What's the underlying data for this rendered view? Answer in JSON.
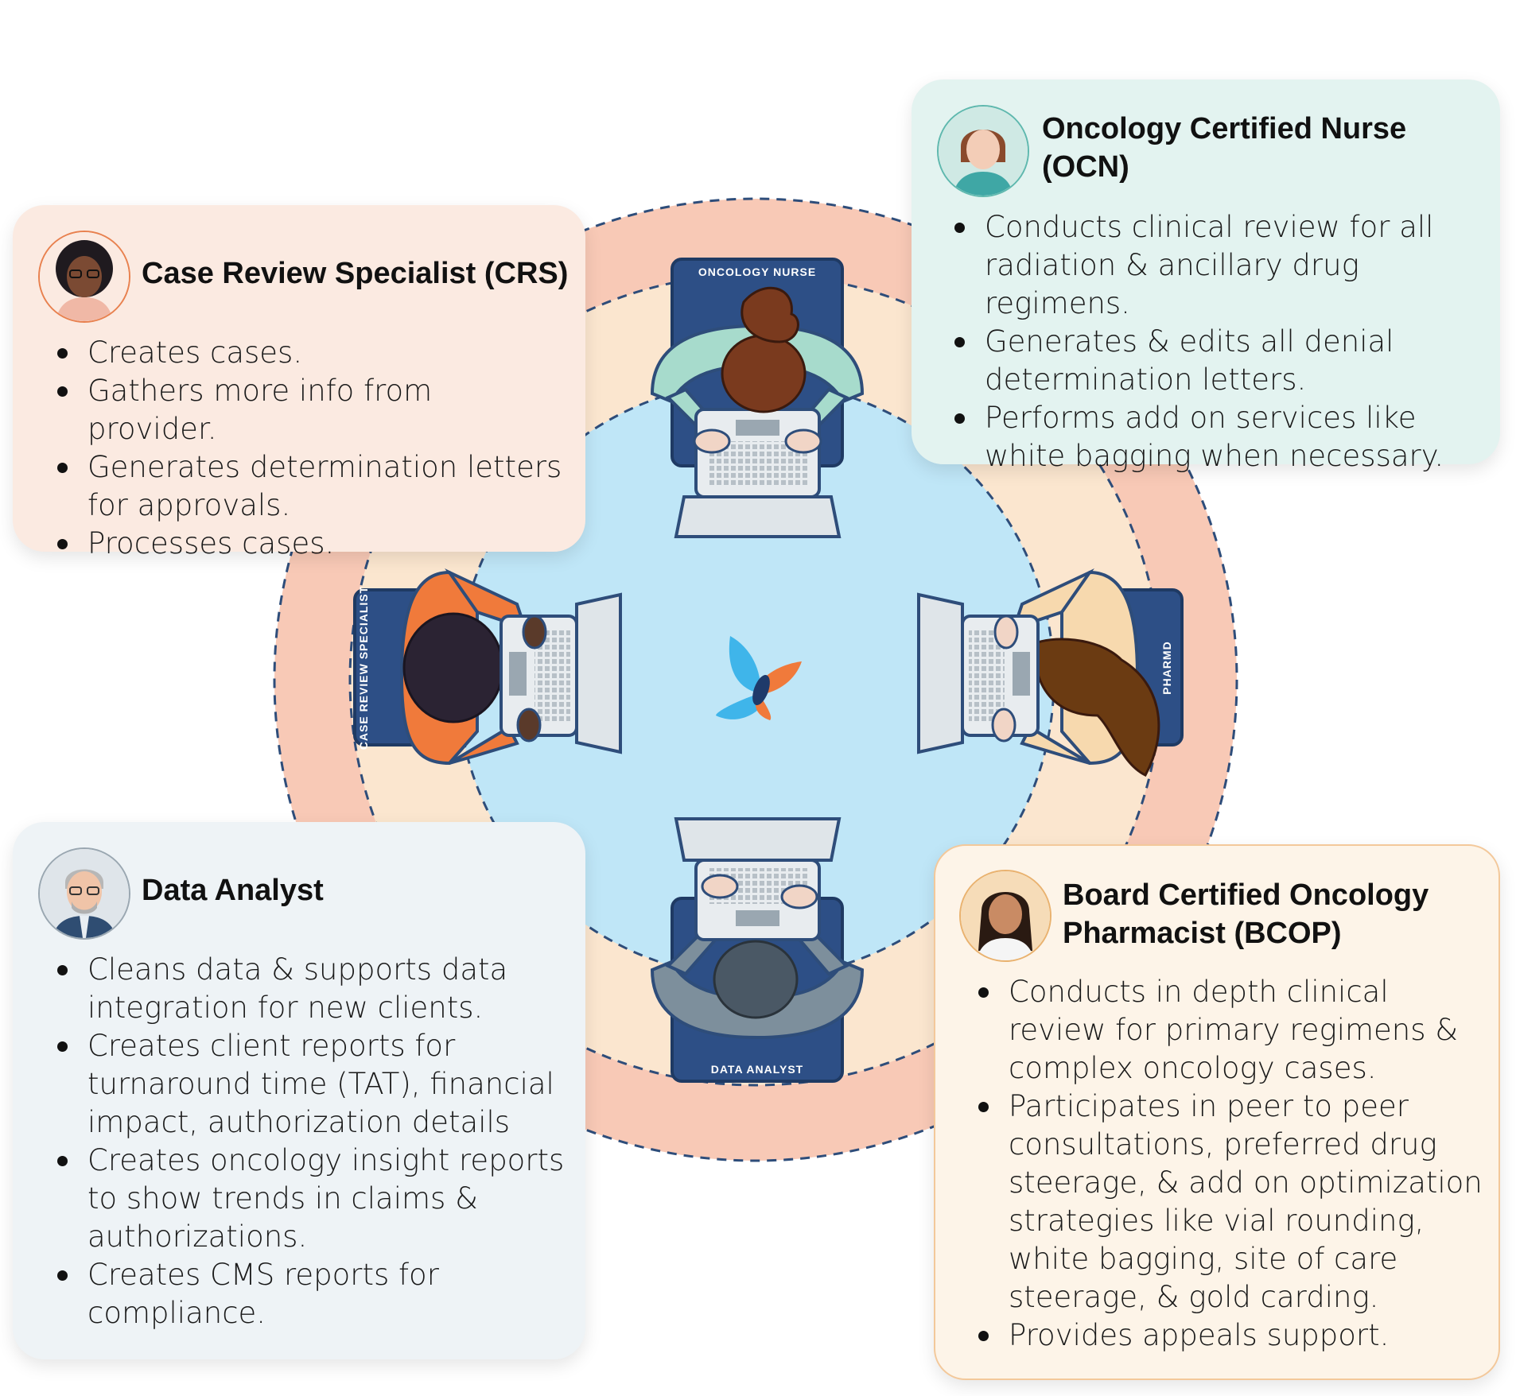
{
  "desk_labels": {
    "top": "ONCOLOGY NURSE",
    "left": "CASE REVIEW SPECIALIST",
    "right": "PHARMD",
    "bottom": "DATA ANALYST"
  },
  "colors": {
    "outer_ring": "#f8c9b6",
    "middle_ring": "#fbe6cf",
    "inner_circle": "#bfe6f7",
    "dashed_line": "#2e4d7a",
    "desk": "#2d4f86",
    "logo_blue": "#3fb5ea",
    "logo_orange": "#f07a3b"
  },
  "roles": [
    {
      "id": "crs",
      "title": "Case Review Specialist (CRS)",
      "avatar_icon": "woman-glasses-avatar",
      "bullets": [
        "Creates cases.",
        "Gathers more info from provider.",
        "Generates determination letters for approvals.",
        "Processes cases."
      ]
    },
    {
      "id": "ocn",
      "title": "Oncology Certified Nurse (OCN)",
      "avatar_icon": "nurse-avatar",
      "bullets": [
        "Conducts clinical review for all radiation & ancillary drug regimens.",
        "Generates & edits all denial determination letters.",
        "Performs add on services like white bagging when necessary."
      ]
    },
    {
      "id": "da",
      "title": "Data Analyst",
      "avatar_icon": "man-glasses-avatar",
      "bullets": [
        "Cleans data & supports data integration for new clients.",
        "Creates client reports for turnaround time (TAT), financial impact, authorization details",
        "Creates oncology insight reports to show trends in claims & authorizations.",
        "Creates CMS reports for compliance."
      ]
    },
    {
      "id": "bcop",
      "title": "Board Certified Oncology Pharmacist (BCOP)",
      "avatar_icon": "pharmacist-avatar",
      "bullets": [
        "Conducts in depth clinical review for primary regimens & complex oncology cases.",
        "Participates in peer to peer consultations, preferred drug steerage, & add on optimization strategies like vial rounding, white bagging, site of care steerage, & gold carding.",
        "Provides appeals support."
      ]
    }
  ]
}
